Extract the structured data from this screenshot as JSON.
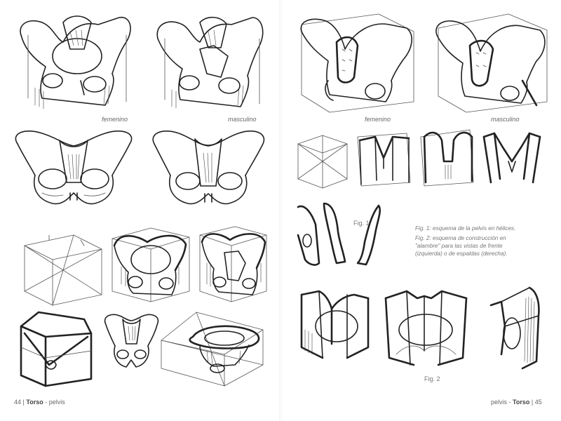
{
  "left_page": {
    "captions": {
      "female": "femenino",
      "male": "masculino"
    },
    "footer": {
      "page_number": "44",
      "separator": "|",
      "section": "Torso",
      "dash": "-",
      "topic": "pelvis"
    }
  },
  "right_page": {
    "captions": {
      "female": "femenino",
      "male": "masculino"
    },
    "fig1_label": "Fig. 1",
    "fig2_label": "Fig. 2",
    "notes": [
      "Fig. 1: esquema de la pelvis en hélices.",
      "Fig. 2: esquema de construcción en \"alambre\" para las vistas de frente (izquierda) o de espaldas (derecha)."
    ],
    "footer": {
      "topic": "pelvis",
      "dash": "-",
      "section": "Torso",
      "separator": "|",
      "page_number": "45"
    }
  }
}
